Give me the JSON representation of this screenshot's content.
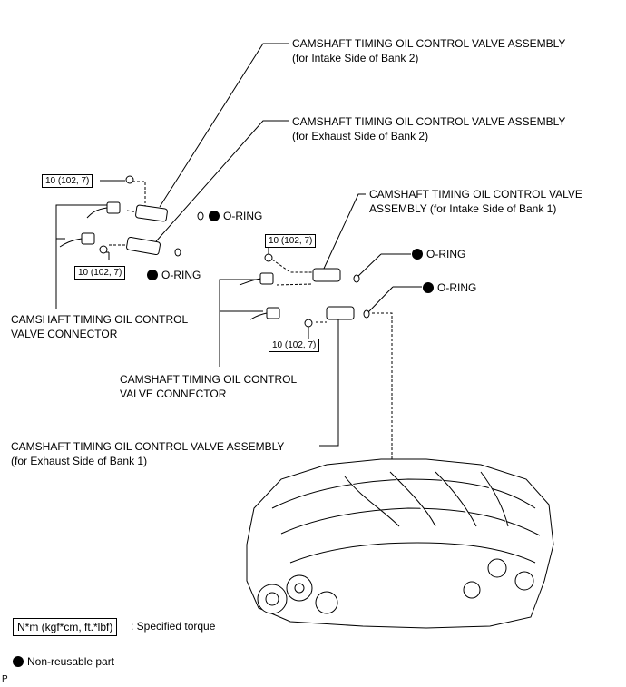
{
  "labels": {
    "valve_intake_bank2": [
      "CAMSHAFT TIMING OIL CONTROL VALVE ASSEMBLY",
      "(for Intake Side of Bank 2)"
    ],
    "valve_exhaust_bank2": [
      "CAMSHAFT TIMING OIL CONTROL VALVE ASSEMBLY",
      "(for Exhaust Side of Bank 2)"
    ],
    "valve_intake_bank1": [
      "CAMSHAFT TIMING OIL CONTROL VALVE",
      "ASSEMBLY (for Intake Side of Bank 1)"
    ],
    "valve_exhaust_bank1": [
      "CAMSHAFT TIMING OIL CONTROL VALVE ASSEMBLY",
      "(for Exhaust Side of Bank 1)"
    ],
    "connector_left": [
      "CAMSHAFT TIMING OIL CONTROL",
      "VALVE CONNECTOR"
    ],
    "connector_right": [
      "CAMSHAFT TIMING OIL CONTROL",
      "VALVE CONNECTOR"
    ],
    "o_ring": "O-RING"
  },
  "torque_value": "10 (102, 7)",
  "legend": {
    "torque_unit": "N*m (kgf*cm, ft.*lbf)",
    "torque_text": ": Specified torque",
    "nonreusable_text": "Non-reusable part"
  },
  "corner_mark": "P",
  "colors": {
    "ink": "#000000",
    "background": "#ffffff"
  }
}
